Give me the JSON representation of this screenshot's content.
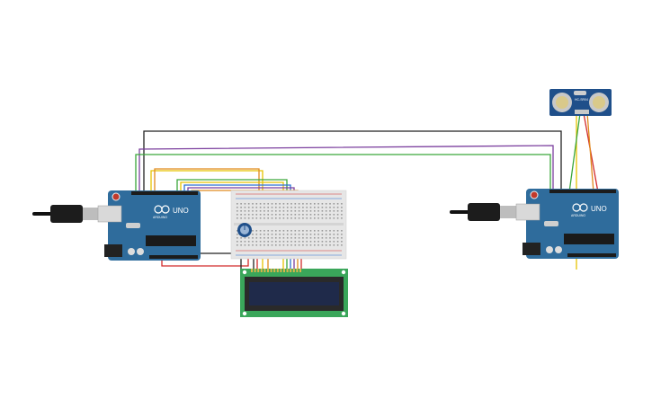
{
  "colors": {
    "background": "#ffffff",
    "arduino_board": "#2f6c9c",
    "breadboard": "#e6e6e6",
    "lcd_pcb": "#3aa65a",
    "lcd_screen": "#1f2a4a",
    "sensor_board": "#1f4f8a",
    "wire_black": "#222222",
    "wire_purple": "#7b3f9e",
    "wire_green": "#3aa63a",
    "wire_yellow": "#e6c200",
    "wire_orange": "#e08a1e",
    "wire_red": "#d22b2b",
    "wire_blue": "#2b6fd2"
  },
  "arduino_left": {
    "logo_text": "UNO",
    "brand_text": "ARDUINO",
    "icon": "arduino-uno-icon"
  },
  "arduino_right": {
    "logo_text": "UNO",
    "brand_text": "ARDUINO",
    "icon": "arduino-uno-icon"
  },
  "ultrasonic_sensor": {
    "label": "HC-SR04",
    "icon": "ultrasonic-sensor-icon"
  },
  "lcd": {
    "icon": "lcd-16x2-icon"
  },
  "potentiometer": {
    "icon": "potentiometer-icon"
  },
  "usb_cable_left": {
    "icon": "usb-cable-icon"
  },
  "usb_cable_right": {
    "icon": "usb-cable-icon"
  }
}
